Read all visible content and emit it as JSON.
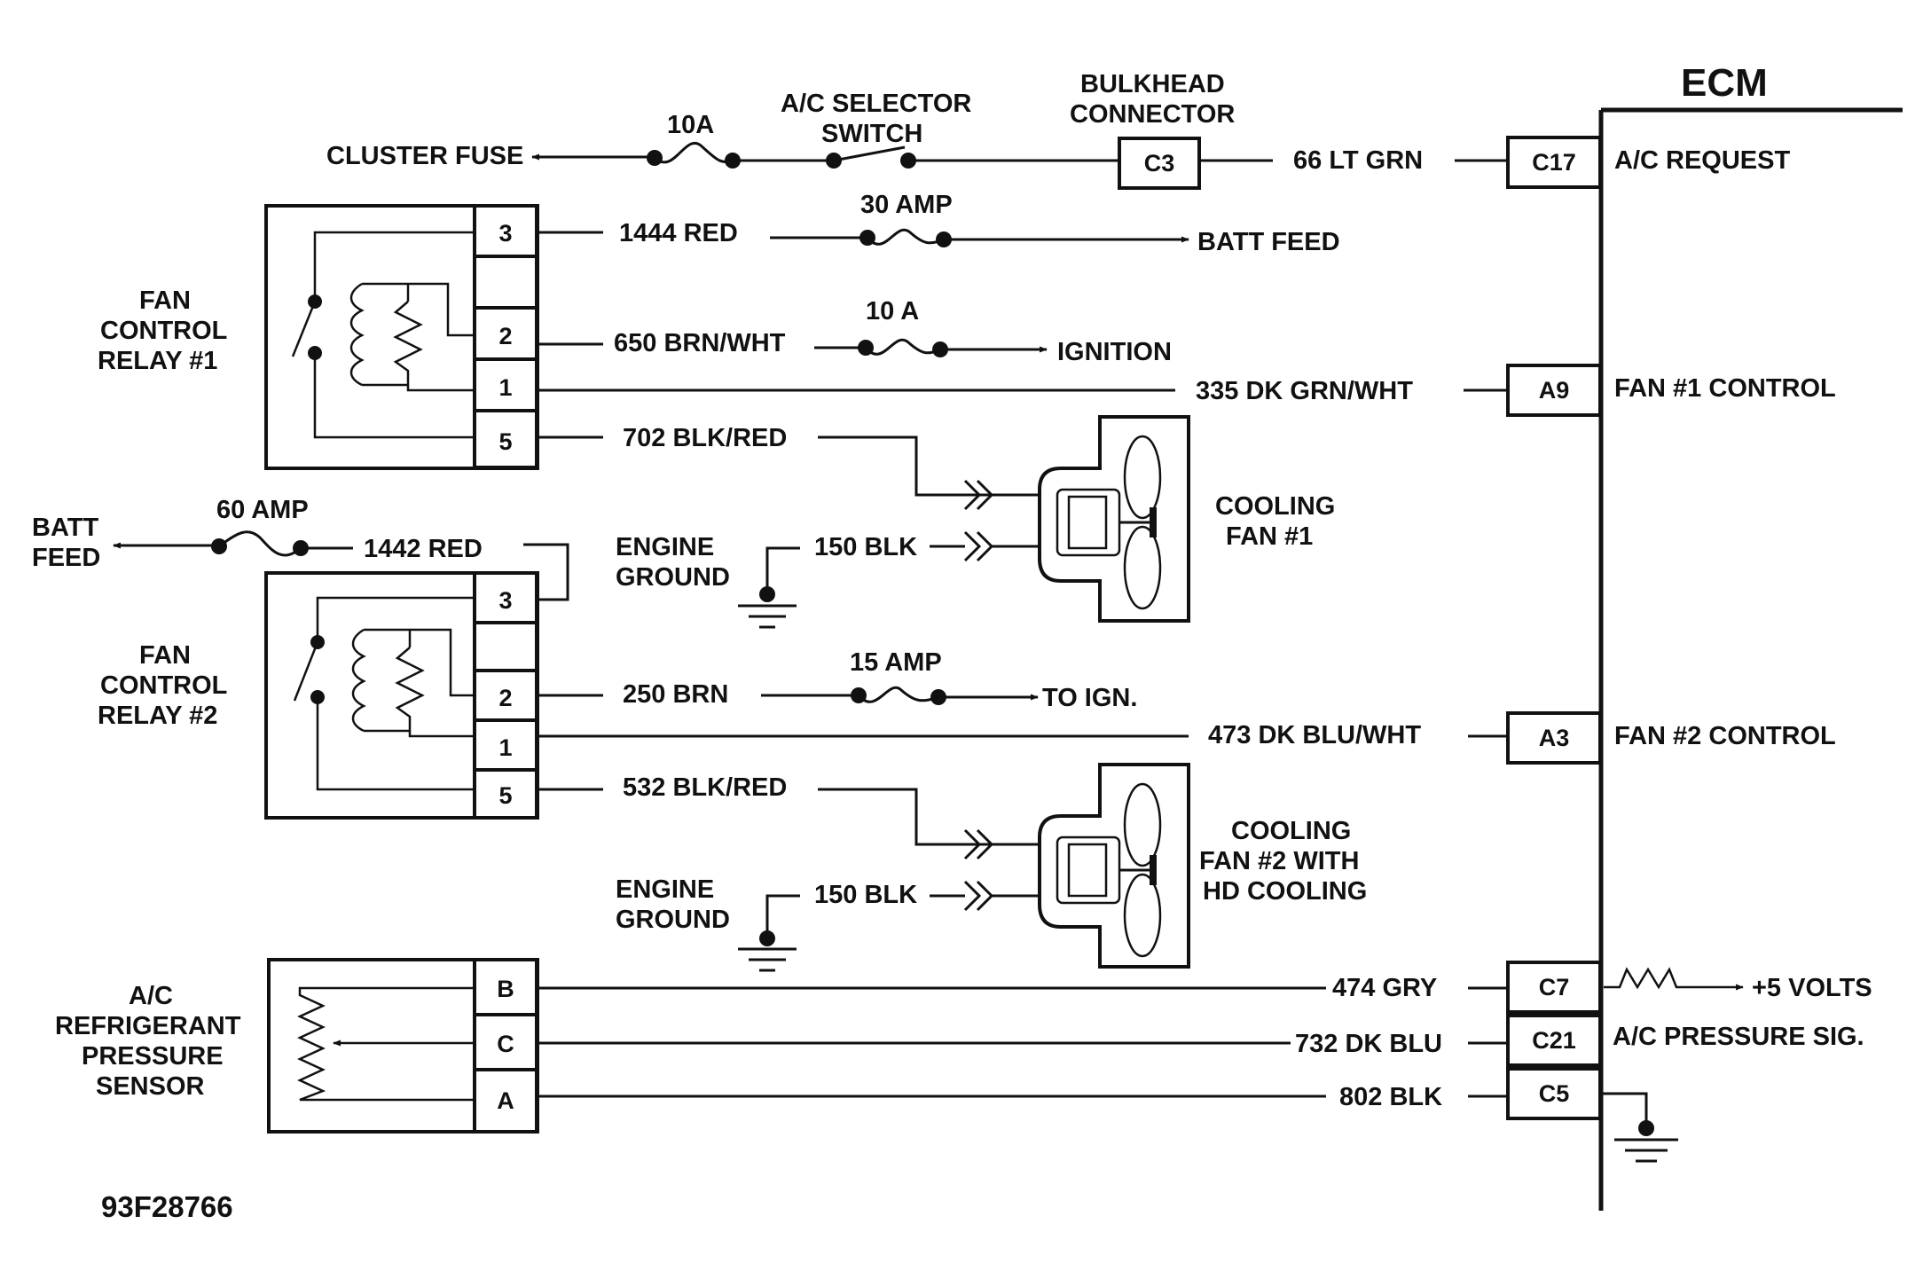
{
  "figure_id": "93F28766",
  "ecm": {
    "title": "ECM",
    "terminals": [
      {
        "pin": "C17",
        "function": "A/C REQUEST"
      },
      {
        "pin": "A9",
        "function": "FAN #1 CONTROL"
      },
      {
        "pin": "A3",
        "function": "FAN #2 CONTROL"
      },
      {
        "pin": "C7",
        "function": "+5  VOLTS"
      },
      {
        "pin": "C21",
        "function": "A/C PRESSURE SIG."
      },
      {
        "pin": "C5",
        "function": ""
      }
    ]
  },
  "top_circuit": {
    "destination": "CLUSTER FUSE",
    "fuse": "10A",
    "switch_label": [
      "A/C SELECTOR",
      "SWITCH"
    ],
    "bulkhead_label": [
      "BULKHEAD",
      "CONNECTOR"
    ],
    "bulkhead_pin": "C3",
    "wire": "66  LT GRN"
  },
  "relay1": {
    "label": [
      "FAN",
      "CONTROL",
      "RELAY #1"
    ],
    "pins": [
      "3",
      "",
      "2",
      "1",
      "5"
    ],
    "wires": [
      {
        "pin": "3",
        "wire": "1444  RED",
        "fuse": "30 AMP",
        "destination": "BATT FEED"
      },
      {
        "pin": "2",
        "wire": "650 BRN/WHT",
        "fuse": "10 A",
        "destination": "IGNITION"
      },
      {
        "pin": "1",
        "wire": "335 DK GRN/WHT",
        "destination": "A9"
      },
      {
        "pin": "5",
        "wire": "702 BLK/RED",
        "destination": "COOLING FAN #1"
      }
    ]
  },
  "fan1": {
    "label": [
      "COOLING",
      "FAN #1"
    ],
    "ground_wire": "150 BLK",
    "ground_label": [
      "ENGINE",
      "GROUND"
    ]
  },
  "batt_feed_60": {
    "label": [
      "BATT",
      "FEED"
    ],
    "fuse": "60 AMP",
    "wire": "1442  RED"
  },
  "relay2": {
    "label": [
      "FAN",
      "CONTROL",
      "RELAY #2"
    ],
    "pins": [
      "3",
      "",
      "2",
      "1",
      "5"
    ],
    "wires": [
      {
        "pin": "2",
        "wire": "250 BRN",
        "fuse": "15 AMP",
        "destination": "TO IGN."
      },
      {
        "pin": "1",
        "wire": "473 DK BLU/WHT",
        "destination": "A3"
      },
      {
        "pin": "5",
        "wire": "532 BLK/RED",
        "destination": "COOLING FAN #2"
      }
    ]
  },
  "fan2": {
    "label": [
      "COOLING",
      "FAN #2 WITH",
      "HD COOLING"
    ],
    "ground_wire": "150 BLK",
    "ground_label": [
      "ENGINE",
      "GROUND"
    ]
  },
  "sensor": {
    "label": [
      "A/C",
      "REFRIGERANT",
      "PRESSURE",
      "SENSOR"
    ],
    "pins": [
      "B",
      "C",
      "A"
    ],
    "wires": [
      {
        "pin": "B",
        "wire": "474 GRY",
        "ecm_pin": "C7"
      },
      {
        "pin": "C",
        "wire": "732 DK BLU",
        "ecm_pin": "C21"
      },
      {
        "pin": "A",
        "wire": "802 BLK",
        "ecm_pin": "C5"
      }
    ]
  }
}
